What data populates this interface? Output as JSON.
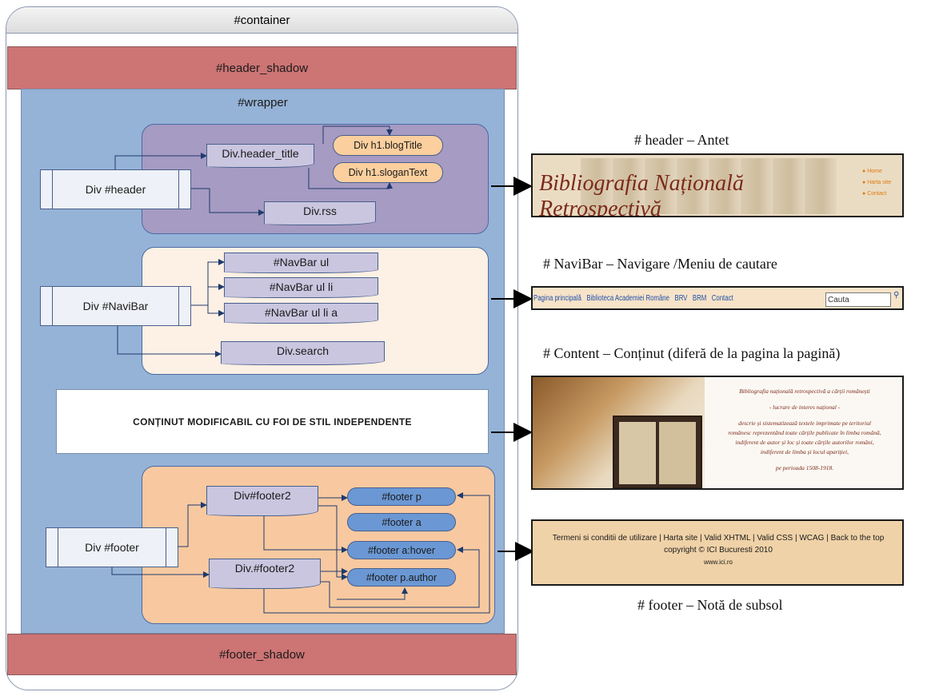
{
  "container": {
    "title": "#container"
  },
  "header_shadow": {
    "label": "#header_shadow"
  },
  "wrapper": {
    "label": "#wrapper"
  },
  "header_group": {
    "main": "Div #header",
    "title_div": "Div.header_title",
    "blog_title": "Div h1.blogTitle",
    "slogan": "Div h1.sloganText",
    "rss": "Div.rss"
  },
  "navibar_group": {
    "main": "Div #NaviBar",
    "items": [
      "#NavBar ul",
      "#NavBar ul li",
      "#NavBar ul li a"
    ],
    "search": "Div.search"
  },
  "content_box": {
    "label": "CONȚINUT MODIFICABIL CU FOI DE STIL INDEPENDENTE"
  },
  "footer_group": {
    "main": "Div #footer",
    "footer2_a": "Div#footer2",
    "footer2_b": "Div.#footer2",
    "items": [
      "#footer p",
      "#footer a",
      "#footer a:hover",
      "#footer p.author"
    ]
  },
  "footer_shadow": {
    "label": "#footer_shadow"
  },
  "captions": {
    "header": "# header – Antet",
    "navibar": "# NaviBar – Navigare /Meniu de cautare",
    "content": "# Content – Conținut (diferă de la pagina la pagină)",
    "footer": "# footer – Notă de subsol"
  },
  "header_shot": {
    "title": "Bibliografia Națională Retrospectivă",
    "links": [
      "Home",
      "Harta site",
      "Contact"
    ]
  },
  "navibar_shot": {
    "links": [
      "Pagina principală",
      "Biblioteca Academiei Române",
      "BRV",
      "BRM",
      "Contact"
    ],
    "search_value": "Cauta"
  },
  "content_shot": {
    "lines": [
      "Bibliografia națională retrospectivă a cărții românești",
      "- lucrare de interes național -",
      "descrie și sistematizează textele imprimate pe teritoriul",
      "românesc reprezentând toate cărțile publicate în limba română,",
      "indiferent de autor și loc și toate cărțile autorilor români,",
      "indiferent de limba și locul apariției,",
      "pe perioada 1508-1918."
    ]
  },
  "footer_shot": {
    "line1": "Termeni si conditii de utilizare | Harta site | Valid XHTML | Valid CSS | WCAG | Back to the top",
    "line2": "copyright © ICI Bucuresti 2010",
    "line3": "www.ici.ro"
  },
  "colors": {
    "shadow": "#cd7474",
    "wrapper": "#95b3d7",
    "header_panel": "#a69bc2",
    "navibar_panel": "#fdf0e4",
    "footer_panel": "#f8c9a0",
    "footer_shot_bg": "#f0d2a8"
  }
}
